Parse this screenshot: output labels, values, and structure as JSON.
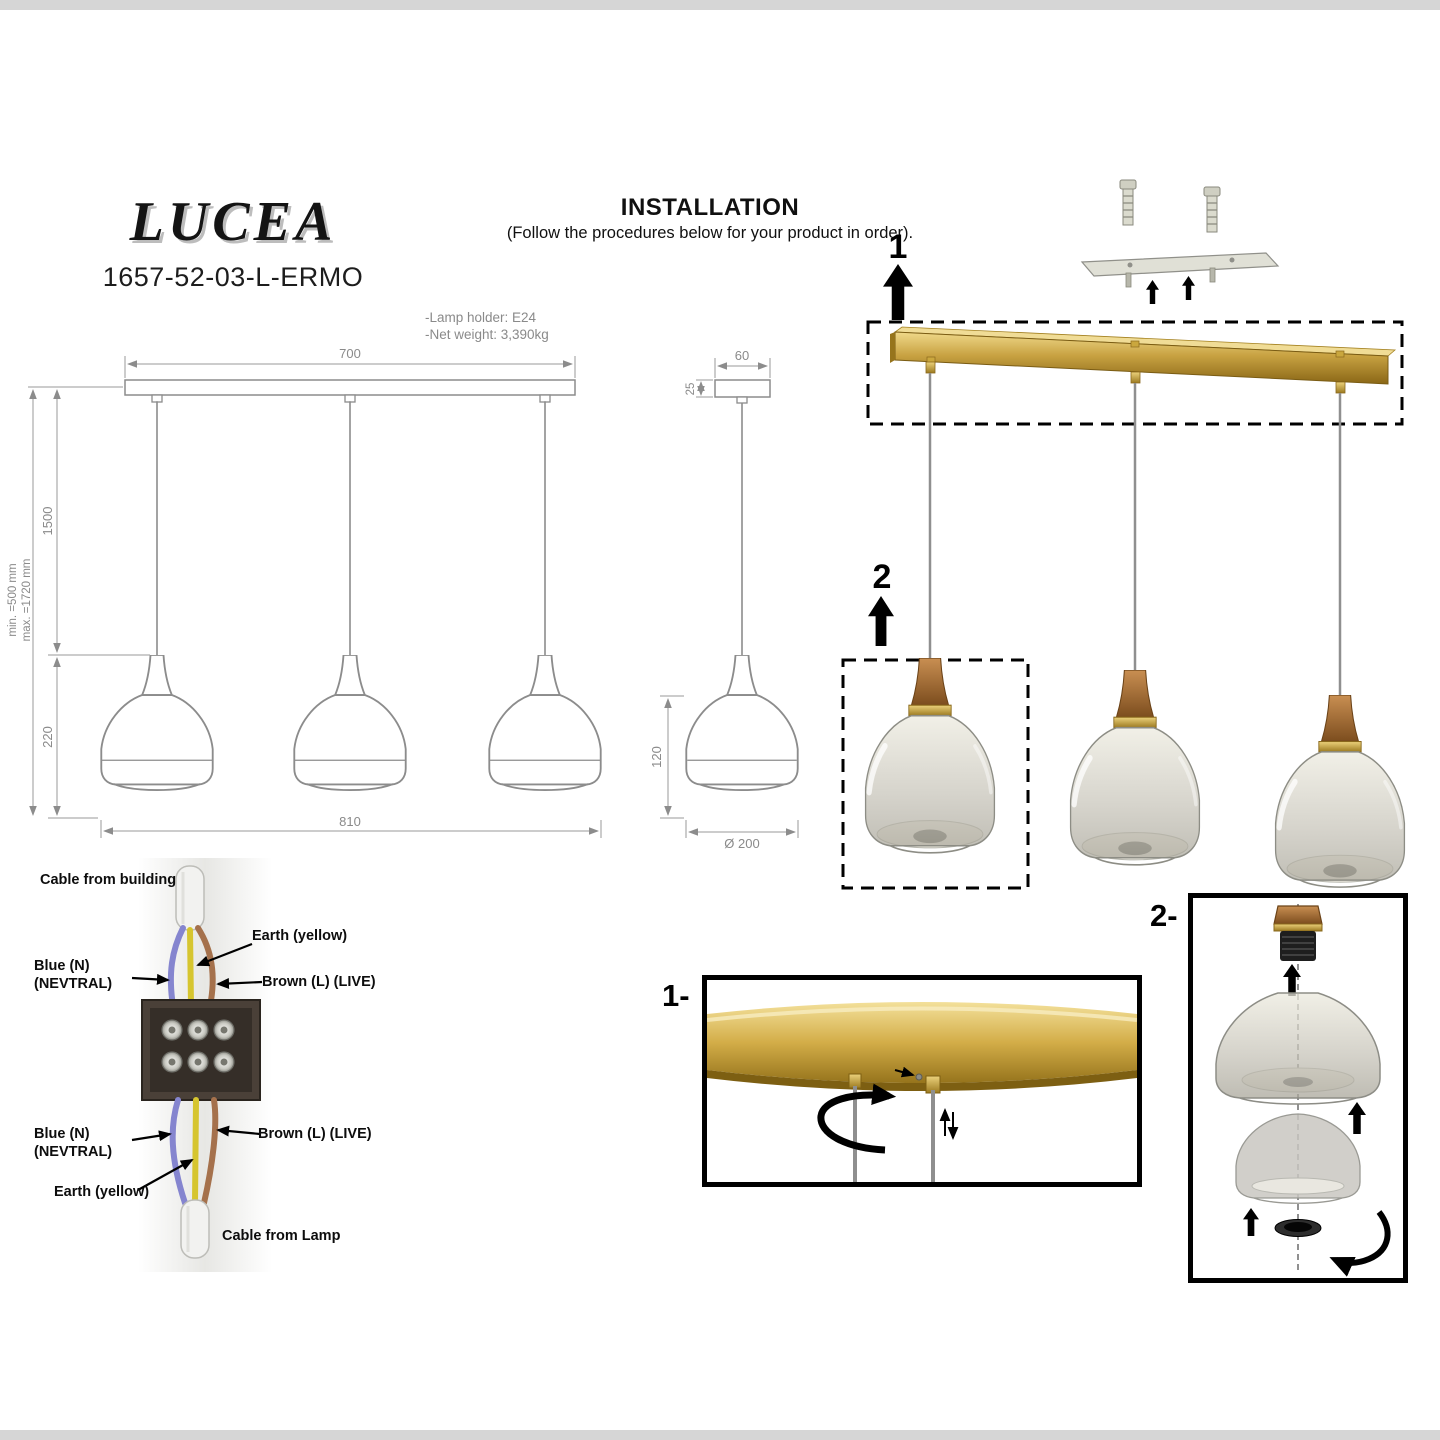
{
  "header": {
    "brand": "LUCEA",
    "model": "1657-52-03-L-ERMO",
    "title": "INSTALLATION",
    "subtitle": "(Follow the procedures below for your product in order)."
  },
  "specs": {
    "lamp_holder": "-Lamp holder: E24",
    "net_weight": "-Net weight: 3,390kg"
  },
  "front_view": {
    "bar_width_mm": "700",
    "overall_width_mm": "810",
    "cable_length_mm": "1500",
    "shade_height_mm": "220",
    "min_length": "min. =500 mm",
    "max_length": "max. =1720 mm"
  },
  "side_view": {
    "canopy_width_mm": "60",
    "canopy_height_mm": "25",
    "shade_height_mm": "120",
    "shade_diameter_mm": "Ø 200"
  },
  "installation": {
    "step1": "1",
    "step2": "2",
    "detail1": "1-",
    "detail2": "2-"
  },
  "wiring": {
    "cable_from_building": "Cable from building",
    "earth_top": "Earth (yellow)",
    "blue_top": "Blue (N)\n(NEVTRAL)",
    "brown_top": "Brown (L) (LIVE)",
    "blue_bottom": "Blue (N)\n(NEVTRAL)",
    "brown_bottom": "Brown (L) (LIVE)",
    "earth_bottom": "Earth (yellow)",
    "cable_from_lamp": "Cable from Lamp"
  },
  "colors": {
    "brass": "#c8a242",
    "wood": "#b07a42",
    "glass": "#c6c3b8",
    "wire_blue": "#8585cf",
    "wire_yellow": "#d6c52f",
    "wire_brown": "#a5714c",
    "line_gray": "#8c8c8c"
  }
}
